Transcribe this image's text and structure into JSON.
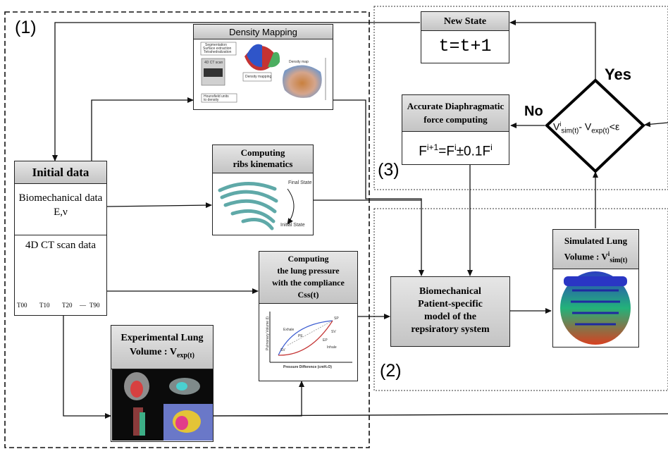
{
  "regions": {
    "r1": "(1)",
    "r2": "(2)",
    "r3": "(3)"
  },
  "new_state": {
    "title": "New State",
    "formula": "t=t+1"
  },
  "decision": {
    "yes": "Yes",
    "no": "No",
    "condition_main": "V",
    "sup_i": "i",
    "sub_sim": "sim(t)",
    "mid": "- V",
    "sub_exp": "exp(t)",
    "tail": "<ε"
  },
  "force": {
    "title_line1": "Accurate Diaphragmatic",
    "title_line2": "force  computing",
    "F": "F",
    "sup_ip1": "i+1",
    "eq": "=F",
    "sup_i": "i",
    "pm": "±0.1F",
    "sup_i2": "i"
  },
  "density": {
    "title": "Density Mapping",
    "seg_items": [
      "Segmentation",
      "Surface extraction",
      "Tetrahedralization"
    ],
    "ct_label": "4D CT scan",
    "mapping_label": "Density mapping",
    "hounsfield": "Hounsfield units\nto density",
    "map_label": "Density map"
  },
  "initial": {
    "title": "Initial data",
    "bio_label": "Biomechanical data",
    "params": "E,ν",
    "ct_label": "4D CT scan data",
    "frames": [
      "T00",
      "T10",
      "T20",
      "—",
      "T90"
    ]
  },
  "ribs": {
    "title_line1": "Computing",
    "title_line2": "ribs kinematics",
    "final": "Final State",
    "initial": "Initial State"
  },
  "pressure": {
    "title_line1": "Computing",
    "title_line2": "the lung pressure",
    "title_line3": "with the compliance",
    "title_line4": "Css(t)",
    "ylabel": "Pulmonary Volume (l)",
    "xlabel": "Pressure Difference (cmH₂O)",
    "exhale": "Exhale",
    "inhale": "Inhale",
    "pts": [
      "SV",
      "PE",
      "EP",
      "SP",
      "SV"
    ]
  },
  "model": {
    "line1": "Biomechanical",
    "line2": "Patient-specific",
    "line3": "model of the",
    "line4": "repsiratory system"
  },
  "simulated": {
    "title_line1": "Simulated Lung",
    "title_prefix": "Volume : V",
    "sup_i": "i",
    "sub": "sim(t)"
  },
  "experimental": {
    "title_line1": "Experimental Lung",
    "title_prefix": "Volume : V",
    "sub": "exp(t)"
  }
}
